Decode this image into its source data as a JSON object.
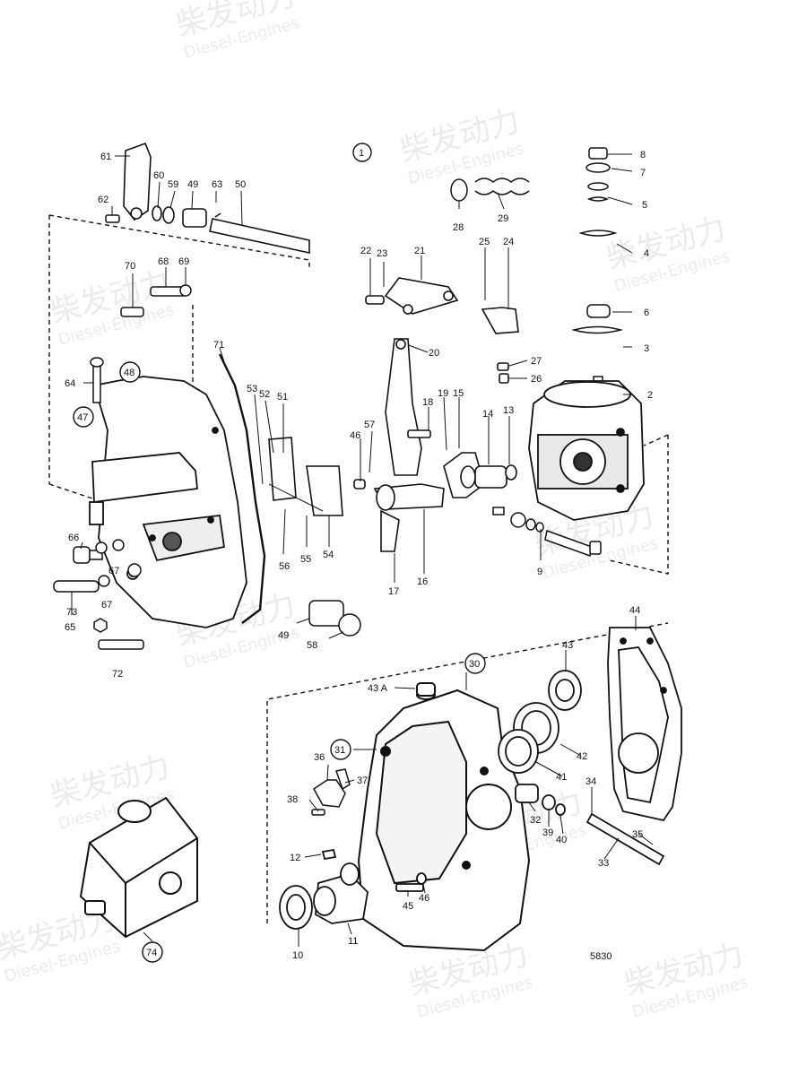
{
  "diagram": {
    "group_number": "1",
    "drawing_number": "5830",
    "watermark": {
      "cn": "柴发动力",
      "en": "Diesel-Engines"
    },
    "labels": {
      "p1": "1",
      "p2": "2",
      "p3": "3",
      "p4": "4",
      "p5": "5",
      "p6": "6",
      "p7": "7",
      "p8": "8",
      "p9": "9",
      "p10": "10",
      "p11": "11",
      "p12": "12",
      "p13": "13",
      "p14": "14",
      "p15": "15",
      "p16": "16",
      "p17": "17",
      "p18": "18",
      "p19": "19",
      "p20": "20",
      "p21": "21",
      "p22": "22",
      "p23": "23",
      "p24": "24",
      "p25": "25",
      "p26": "26",
      "p27": "27",
      "p28": "28",
      "p29": "29",
      "p30": "30",
      "p31": "31",
      "p32": "32",
      "p33": "33",
      "p34": "34",
      "p35": "35",
      "p36": "36",
      "p37": "37",
      "p38": "38",
      "p39": "39",
      "p40": "40",
      "p41": "41",
      "p42": "42",
      "p43": "43",
      "p43a": "43 A",
      "p44": "44",
      "p45": "45",
      "p46a": "46",
      "p46b": "46",
      "p47": "47",
      "p48": "48",
      "p49a": "49",
      "p49b": "49",
      "p50": "50",
      "p51": "51",
      "p52": "52",
      "p53": "53",
      "p54": "54",
      "p55": "55",
      "p56": "56",
      "p57": "57",
      "p58": "58",
      "p59": "59",
      "p60": "60",
      "p61": "61",
      "p62": "62",
      "p63": "63",
      "p64": "64",
      "p65": "65",
      "p66": "66",
      "p67a": "67",
      "p67b": "67",
      "p68": "68",
      "p69": "69",
      "p70": "70",
      "p71": "71",
      "p72": "72",
      "p73": "73",
      "p74": "74"
    }
  }
}
